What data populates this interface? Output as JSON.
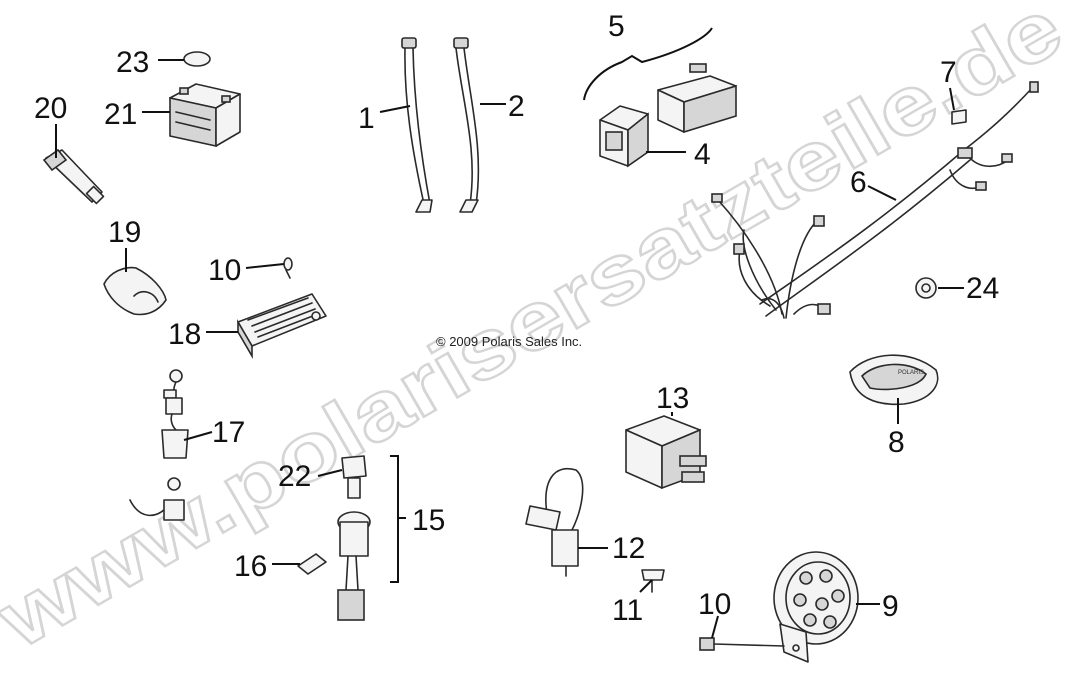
{
  "watermark": "www.polarisersatzteile.de",
  "copyright": "© 2009 Polaris Sales Inc.",
  "housing_brand": "POLARIS",
  "callouts": {
    "c1": "1",
    "c2": "2",
    "c4": "4",
    "c5": "5",
    "c6": "6",
    "c7": "7",
    "c8": "8",
    "c9": "9",
    "c10a": "10",
    "c10b": "10",
    "c11": "11",
    "c12": "12",
    "c13": "13",
    "c15": "15",
    "c16": "16",
    "c17": "17",
    "c18": "18",
    "c19": "19",
    "c20": "20",
    "c21": "21",
    "c22": "22",
    "c23": "23",
    "c24": "24"
  }
}
